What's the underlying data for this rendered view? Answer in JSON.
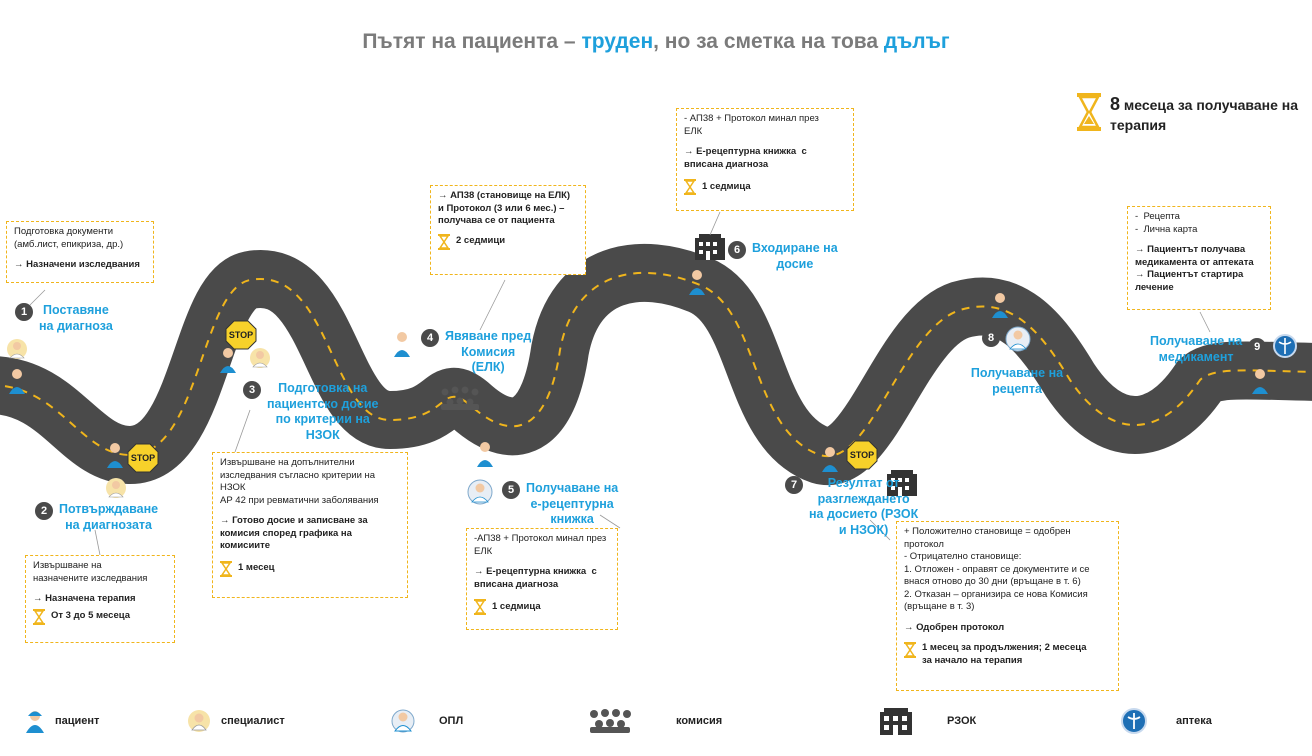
{
  "title": {
    "part1": "Пътят на пациента – ",
    "hl1": "труден",
    "part2": ", но за сметка на това ",
    "hl2": "дълъг"
  },
  "summary": {
    "number": "8",
    "text1": "месеца за получаване на",
    "text2": "терапия"
  },
  "steps": [
    {
      "num": "1",
      "label": [
        "Поставяне",
        "на диагноза"
      ]
    },
    {
      "num": "2",
      "label": [
        "Потвърждаване",
        "на диагнозата"
      ]
    },
    {
      "num": "3",
      "label": [
        "Подготовка на",
        "пациентско досие",
        "по критерии на",
        "НЗОК"
      ]
    },
    {
      "num": "4",
      "label": [
        "Явяване пред",
        "Комисия",
        "(ЕЛК)"
      ]
    },
    {
      "num": "5",
      "label": [
        "Получаване на",
        "е-рецептурна",
        "книжка"
      ]
    },
    {
      "num": "6",
      "label": [
        "Входиране на",
        "досие"
      ]
    },
    {
      "num": "7",
      "label": [
        "Резултат от",
        "разглеждането",
        "на досието (РЗОК",
        "и НЗОК)"
      ]
    },
    {
      "num": "8",
      "label": [
        "Получаване  на",
        "рецепта"
      ]
    },
    {
      "num": "9",
      "label": [
        "Получаване на",
        "медикамент"
      ]
    }
  ],
  "boxes": {
    "b1": {
      "lines": [
        "Подготовка документи",
        "(амб.лист, епикриза, др.)"
      ],
      "arrow": "→ Назначени изследвания"
    },
    "b2": {
      "lines": [
        "Извършване на",
        "назначените изследвания"
      ],
      "arrow": "→ Назначена терапия",
      "time": "От 3 до 5 месеца"
    },
    "b3": {
      "lines": [
        "Извършване на допълнителни",
        "изследвания съгласно критерии на",
        "НЗОК",
        "АР 42 при ревматични заболявания"
      ],
      "arrow": "→ Готово досие и записване за",
      "arrow2": "комисия според графика на",
      "arrow3": "комисиите",
      "time": "1 месец"
    },
    "b4": {
      "arrow": "→ АП38 (становище на ЕЛК)",
      "arrow2": "и Протокол (3 или 6 мес.) –",
      "arrow3": "получава се от пациента",
      "time": "2 седмици"
    },
    "b5": {
      "lines": [
        "-АП38 + Протокол минал през",
        "ЕЛК"
      ],
      "arrow": "→ Е-рецептурна книжка  с",
      "arrow2": "вписана диагноза",
      "time": "1 седмица"
    },
    "b6": {
      "lines": [
        "- АП38 + Протокол минал през",
        "ЕЛК"
      ],
      "arrow": "→ Е-рецептурна книжка  с",
      "arrow2": "вписана диагноза",
      "time": "1 седмица"
    },
    "b7": {
      "lines": [
        "+ Положително становище = одобрен",
        "протокол",
        "- Отрицателно становище:",
        "1. Отложен - оправят се документите и се",
        "внася отново до 30 дни (връщане в т. 6)",
        "2. Отказан – организира се нова Комисия",
        "(връщане в т. 3)"
      ],
      "arrow": "→ Одобрен протокол",
      "time": "1 месец за продължения; 2 месеца",
      "time2": "за начало на терапия"
    },
    "b9": {
      "lines": [
        "-  Рецепта",
        "-  Лична карта"
      ],
      "arrow": "→ Пациентът получава",
      "arrow2": "медикамента от аптеката",
      "arrow3": "→ Пациентът стартира",
      "arrow4": "лечение"
    }
  },
  "stop_label": "STOP",
  "legend": [
    {
      "icon": "patient-icon",
      "label": "пациент"
    },
    {
      "icon": "specialist-icon",
      "label": "специалист"
    },
    {
      "icon": "gp-icon",
      "label": "ОПЛ"
    },
    {
      "icon": "commission-icon",
      "label": "комисия"
    },
    {
      "icon": "rzok-building-icon",
      "label": "РЗОК"
    },
    {
      "icon": "pharmacy-icon",
      "label": "аптека"
    }
  ],
  "colors": {
    "accent": "#1ea0dc",
    "road": "#4a4a4a",
    "dash": "#f0b51c",
    "title_gray": "#7b7b7b",
    "stop": "#f7d12a"
  }
}
